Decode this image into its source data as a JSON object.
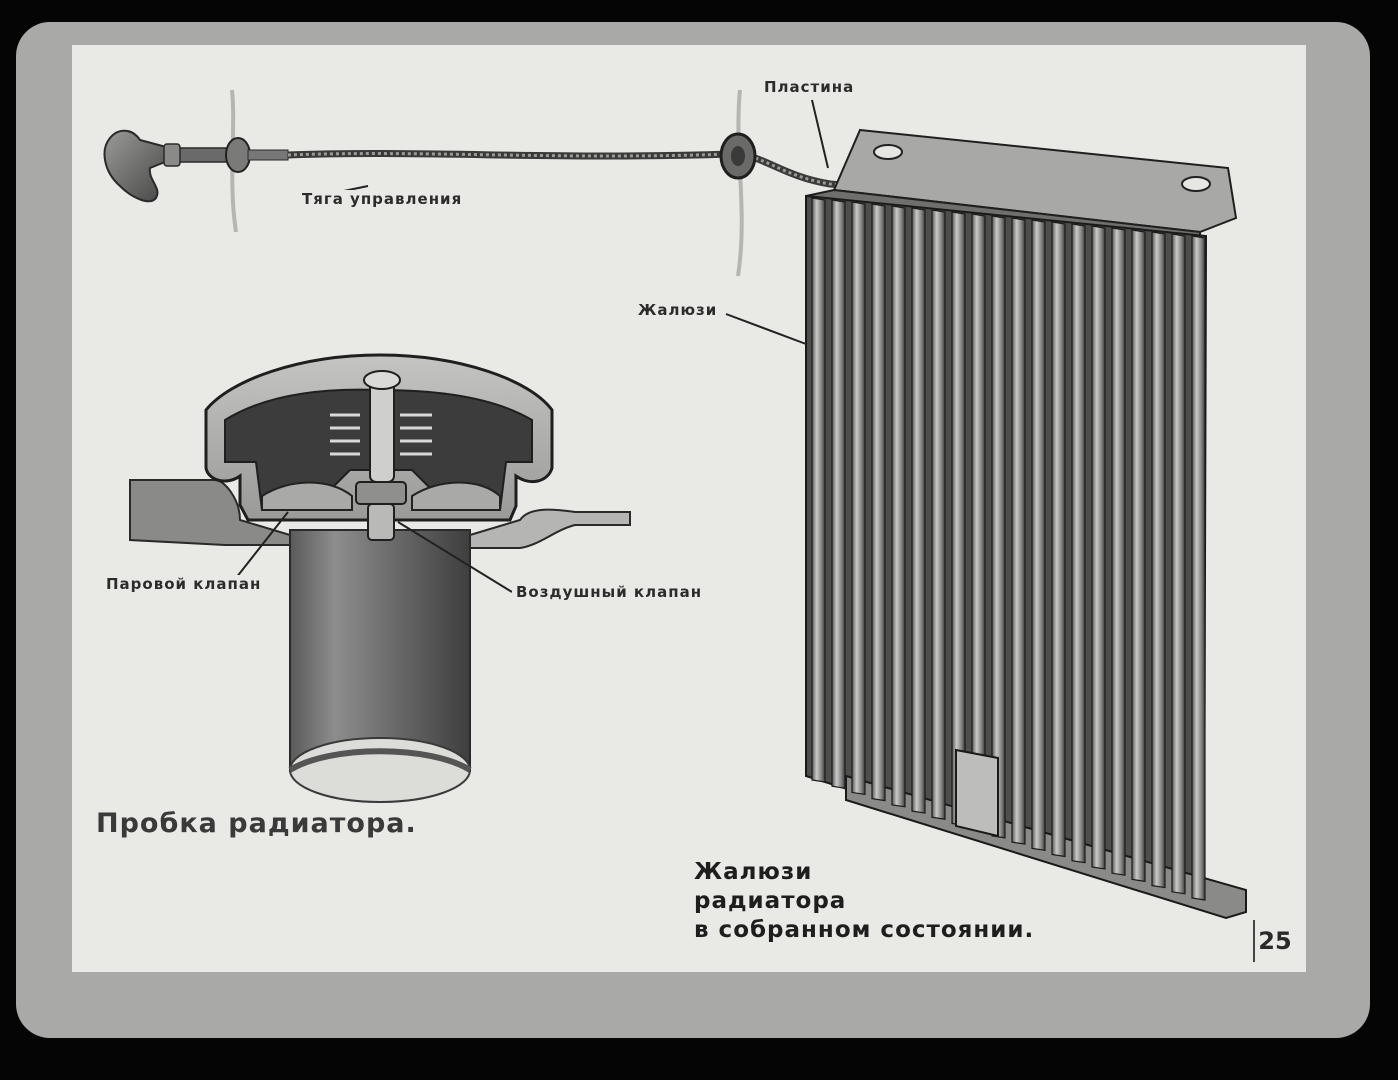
{
  "labels": {
    "plate": "Пластина",
    "control_rod": "Тяга управления",
    "louvres": "Жалюзи",
    "steam_valve": "Паровой клапан",
    "air_valve": "Воздушный клапан"
  },
  "captions": {
    "cap_title": "Пробка радиатора.",
    "shutter_title": [
      "Жалюзи",
      "радиатора",
      "в собранном состоянии."
    ]
  },
  "page_number": "25",
  "illustrations": {
    "control_rod": "control-rod-with-handle",
    "radiator_cap": "radiator-cap-cross-section",
    "radiator_shutters": "radiator-louvre-assembly"
  }
}
